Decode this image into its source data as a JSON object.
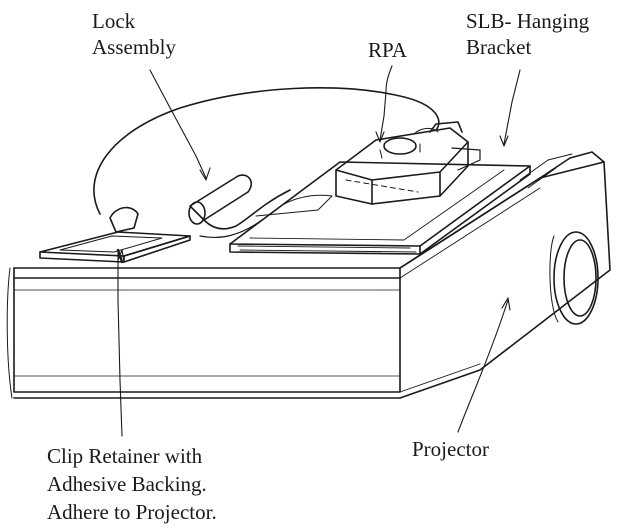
{
  "labels": {
    "lock": [
      "Lock",
      "Assembly"
    ],
    "rpa": "RPA",
    "slb": [
      "SLB- Hanging",
      "Bracket"
    ],
    "projector": "Projector",
    "clip": [
      "Clip Retainer with",
      "Adhesive Backing.",
      "Adhere to Projector."
    ]
  },
  "colors": {
    "ink": "#1a1a1a",
    "background": "#ffffff"
  }
}
